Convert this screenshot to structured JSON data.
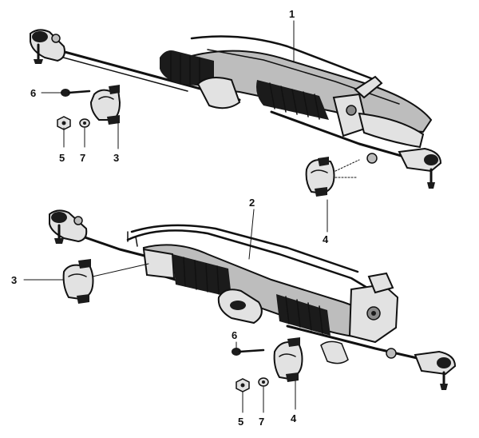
{
  "figure": {
    "callouts": {
      "upper_assembly": "1",
      "lower_assembly": "2",
      "upper_clamp_bracket": "3",
      "lower_left_clamp_bracket": "3",
      "lower_clamp_bracket": "4",
      "upper_right_clamp_bracket": "4",
      "upper_nut": "5",
      "lower_nut": "5",
      "upper_bolt": "6",
      "lower_bolt": "6",
      "upper_washer": "7",
      "lower_washer": "7"
    }
  }
}
